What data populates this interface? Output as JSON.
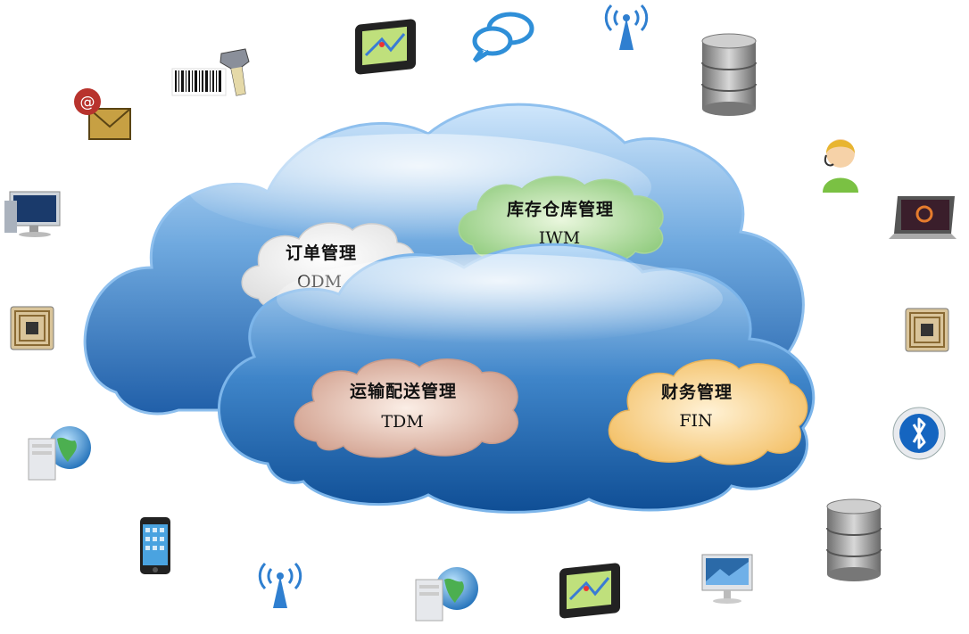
{
  "modules": [
    {
      "id": "odm",
      "name": "订单管理",
      "code": "ODM",
      "color": "#f4f4f4"
    },
    {
      "id": "iwm",
      "name": "库存仓库管理",
      "code": "IWM",
      "color": "#9fd38f"
    },
    {
      "id": "tdm",
      "name": "运输配送管理",
      "code": "TDM",
      "color": "#e0b3a2"
    },
    {
      "id": "fin",
      "name": "财务管理",
      "code": "FIN",
      "color": "#f6c96e"
    }
  ],
  "icons": [
    "barcode-scanner-icon",
    "gps-navigator-icon",
    "chat-bubbles-icon",
    "wireless-antenna-icon",
    "database-icon",
    "email-icon",
    "support-agent-icon",
    "desktop-monitor-icon",
    "laptop-icon",
    "rfid-chip-icon",
    "bluetooth-icon",
    "web-server-icon",
    "smartphone-icon",
    "imac-icon"
  ]
}
